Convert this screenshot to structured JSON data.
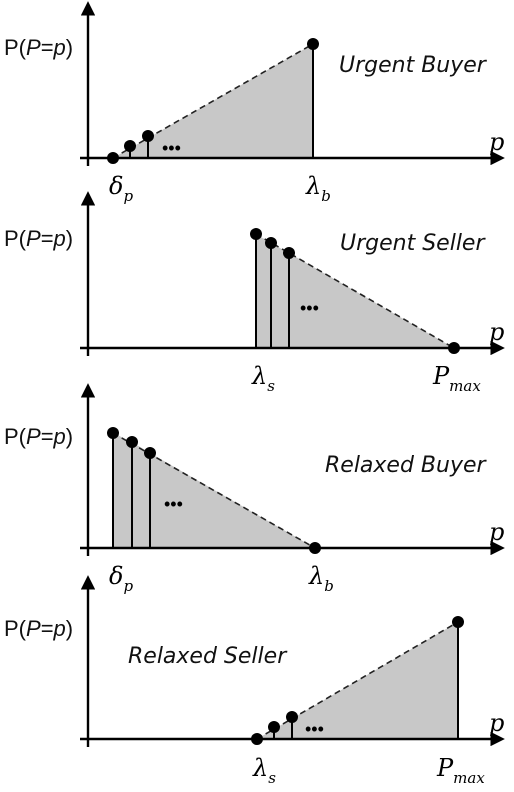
{
  "ylabel": {
    "prefix": "P(",
    "var": "P",
    "eq": "=",
    "val": "p",
    "suffix": ")"
  },
  "xlabel": "p",
  "ellipsis": "•••",
  "panels": [
    {
      "title": "Urgent Buyer",
      "ticks": [
        {
          "main": "δ",
          "sub": "p"
        },
        {
          "main": "λ",
          "sub": "b"
        }
      ]
    },
    {
      "title": "Urgent Seller",
      "ticks": [
        {
          "main": "λ",
          "sub": "s"
        },
        {
          "main": "P",
          "sub": "max"
        }
      ]
    },
    {
      "title": "Relaxed Buyer",
      "ticks": [
        {
          "main": "δ",
          "sub": "p"
        },
        {
          "main": "λ",
          "sub": "b"
        }
      ]
    },
    {
      "title": "Relaxed Seller",
      "ticks": [
        {
          "main": "λ",
          "sub": "s"
        },
        {
          "main": "P",
          "sub": "max"
        }
      ]
    }
  ]
}
